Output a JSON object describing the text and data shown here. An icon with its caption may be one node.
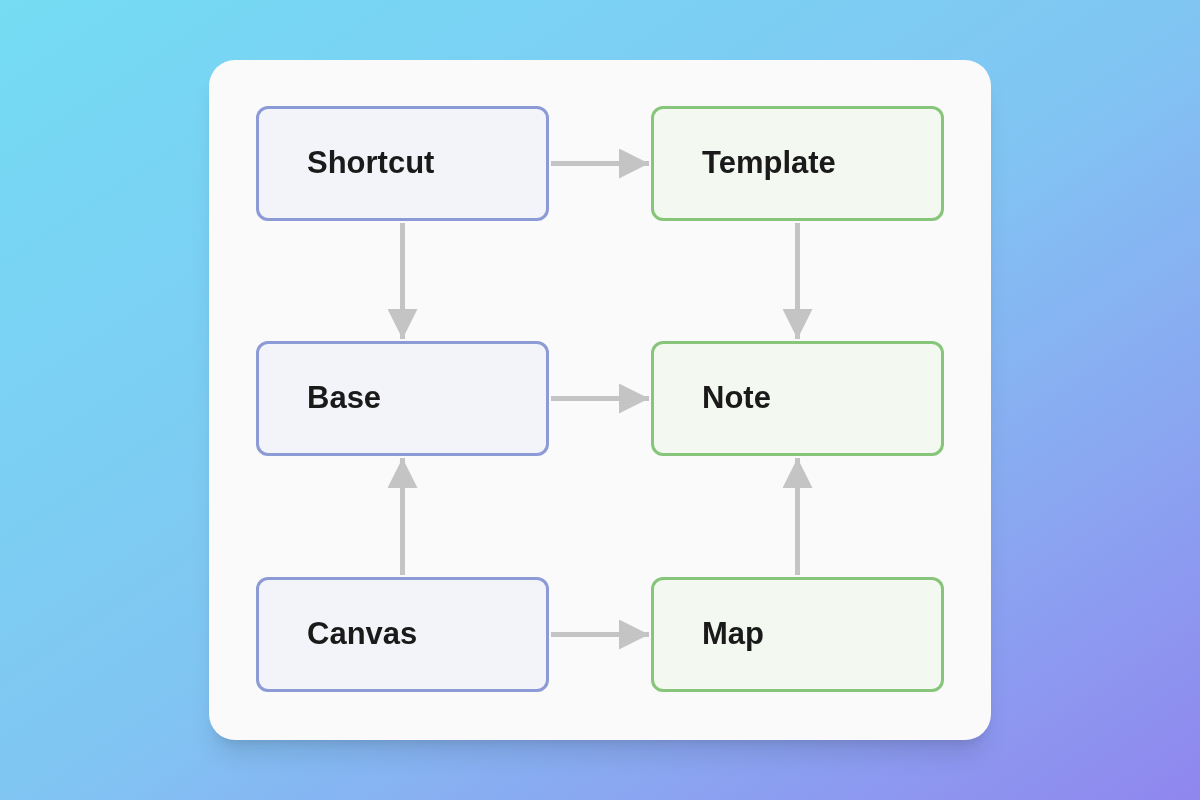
{
  "diagram": {
    "nodes": [
      {
        "text": [
          "Shortcut"
        ]
      },
      {
        "text": [
          "Template"
        ]
      },
      {
        "text": [
          "Base"
        ]
      },
      {
        "text": [
          "Note"
        ]
      },
      {
        "text": [
          "Canvas"
        ]
      },
      {
        "text": [
          "Map"
        ]
      }
    ],
    "edges": [
      {
        "from": 0,
        "to": 1,
        "arrow": "to"
      },
      {
        "from": 0,
        "to": 2,
        "arrow": "to"
      },
      {
        "from": 1,
        "to": 3,
        "arrow": "to"
      },
      {
        "from": 2,
        "to": 3,
        "arrow": "to"
      },
      {
        "from": 4,
        "to": 2,
        "arrow": "to"
      },
      {
        "from": 5,
        "to": 3,
        "arrow": "to"
      },
      {
        "from": 4,
        "to": 5,
        "arrow": "to"
      }
    ]
  }
}
